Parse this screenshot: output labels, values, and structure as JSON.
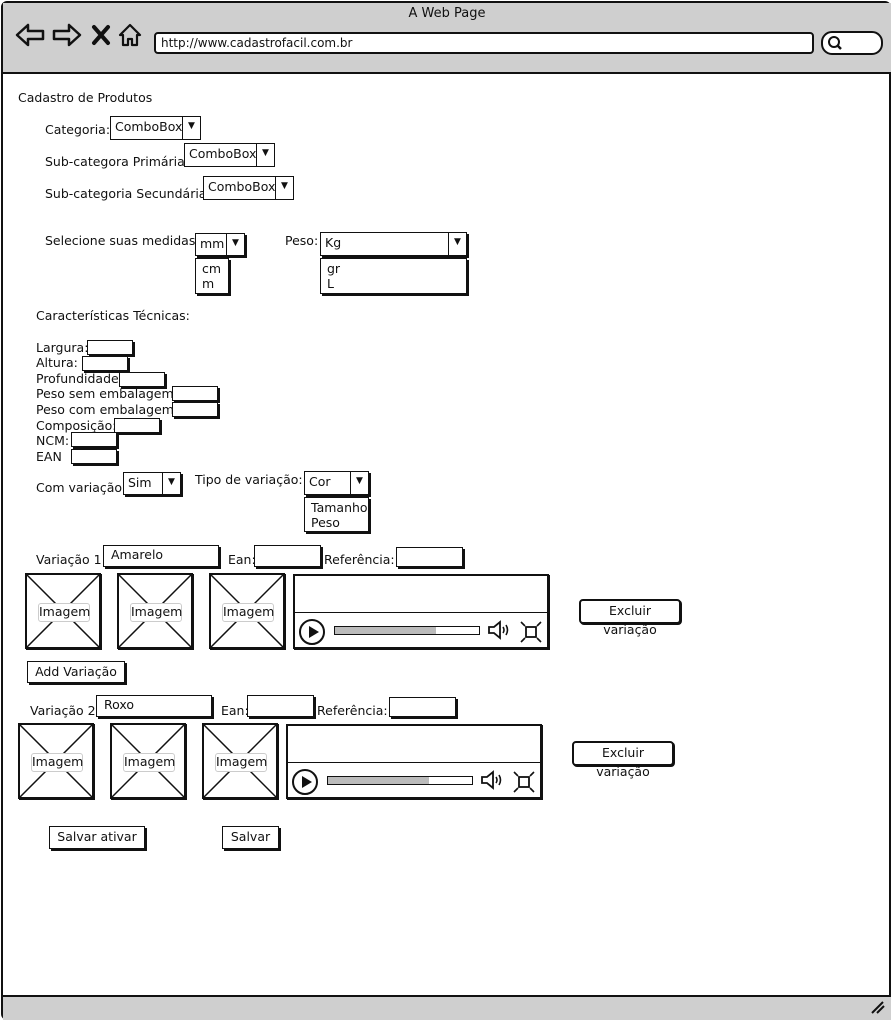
{
  "window": {
    "title": "A Web Page",
    "url": "http://www.cadastrofacil.com.br"
  },
  "icons": {
    "back": "back-arrow-icon",
    "forward": "forward-arrow-icon",
    "close": "close-icon",
    "home": "home-icon",
    "search": "search-icon"
  },
  "page": {
    "title": "Cadastro de Produtos"
  },
  "form": {
    "categoria_label": "Categoria:",
    "categoria_value": "ComboBox",
    "subcat1_label": "Sub-categora Primária:",
    "subcat1_value": "ComboBox",
    "subcat2_label": "Sub-categoria Secundária:",
    "subcat2_value": "ComboBox",
    "medidas_label": "Selecione suas medidas:",
    "medidas_value": "mm",
    "medidas_options": [
      "cm",
      "m"
    ],
    "peso_label": "Peso:",
    "peso_value": "Kg",
    "peso_options": [
      "gr",
      "L"
    ],
    "caracteristicas_label": "Características Técnicas:",
    "fields": [
      "Largura:",
      "Altura:",
      "Profundidade:",
      "Peso sem embalagem:",
      "Peso com embalagem:",
      "Composição:",
      "NCM:",
      "EAN"
    ],
    "com_variacao_label": "Com variação:",
    "com_variacao_value": "Sim",
    "tipo_variacao_label": "Tipo de variação:",
    "tipo_variacao_value": "Cor",
    "tipo_variacao_options": [
      "Tamanho",
      "Peso"
    ]
  },
  "variations": [
    {
      "label": "Variação 1:",
      "name": "Amarelo",
      "ean_label": "Ean:",
      "ref_label": "Referência:",
      "image_label": "Imagem",
      "remove_label": "Excluir variação",
      "progress": 0.7
    },
    {
      "label": "Variação 2:",
      "name": "Roxo",
      "ean_label": "Ean:",
      "ref_label": "Referência:",
      "image_label": "Imagem",
      "remove_label": "Excluir variação",
      "progress": 0.7
    }
  ],
  "buttons": {
    "add_variation": "Add Variação",
    "save_activate": "Salvar ativar",
    "save": "Salvar"
  }
}
